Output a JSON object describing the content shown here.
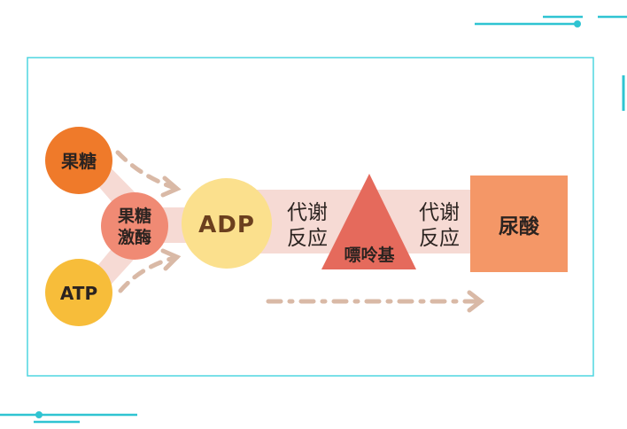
{
  "nodes": {
    "fructose": "果糖",
    "fructokinase_line1": "果糖",
    "fructokinase_line2": "激酶",
    "atp": "ATP",
    "adp": "ADP",
    "metabolism1_line1": "代谢",
    "metabolism1_line2": "反应",
    "purine": "嘌呤基",
    "metabolism2_line1": "代谢",
    "metabolism2_line2": "反应",
    "uric_acid": "尿酸"
  },
  "colors": {
    "frame": "#4fd6e0",
    "accent": "#2fc4d2",
    "fructose": "#ef7a2a",
    "fructokinase": "#f08a74",
    "atp": "#f7bd3a",
    "adp": "#fbe08d",
    "purine": "#e56a5c",
    "uric_acid": "#f49767",
    "band": "#f6dad4",
    "arrow": "#d9b9a6",
    "text": "#2b2320"
  }
}
